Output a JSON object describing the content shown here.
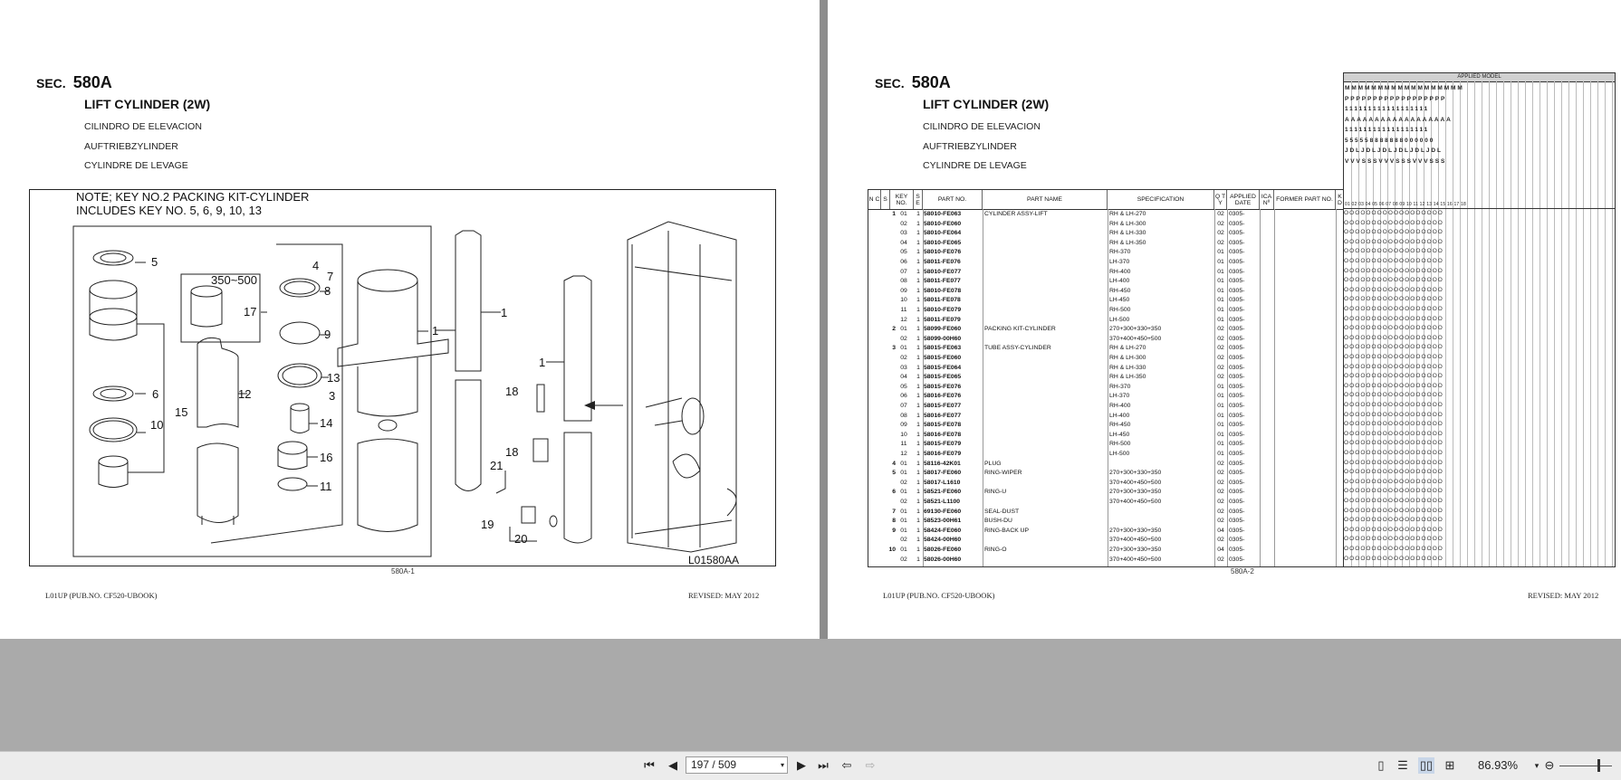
{
  "left_page": {
    "sec_label": "SEC.",
    "sec_number": "580A",
    "title": "LIFT CYLINDER (2W)",
    "subtitles": [
      "CILINDRO DE ELEVACION",
      "AUFTRIEBZYLINDER",
      "CYLINDRE DE LEVAGE"
    ],
    "note_line1": "NOTE; KEY NO.2 PACKING KIT-CYLINDER",
    "note_line2": "INCLUDES KEY NO. 5, 6, 9, 10, 13",
    "figure_code": "L01580AA",
    "page_number": "580A-1",
    "footer_left": "L01UP (PUB.NO. CF520-UBOOK)",
    "footer_right": "REVISED: MAY 2012",
    "callouts": [
      "5",
      "350~500",
      "17",
      "12",
      "6",
      "10",
      "15",
      "8",
      "9",
      "13",
      "14",
      "16",
      "11",
      "3",
      "4",
      "7",
      "1",
      "1",
      "1",
      "18",
      "18",
      "21",
      "19",
      "20"
    ]
  },
  "right_page": {
    "sec_label": "SEC.",
    "sec_number": "580A",
    "title": "LIFT CYLINDER (2W)",
    "subtitles": [
      "CILINDRO DE ELEVACION",
      "AUFTRIEBZYLINDER",
      "CYLINDRE DE LEVAGE"
    ],
    "page_number": "580A-2",
    "footer_left": "L01UP (PUB.NO. CF520-UBOOK)",
    "footer_right": "REVISED: MAY 2012",
    "applied_model_label": "APPLIED MODEL",
    "model_rows": [
      "MMMMMMMMMMMMMMMMMM",
      "PPPPPPPPPPPPPPPPPP",
      "111111111111111111",
      "AAAAAAAAAAAAAAAAAA",
      "111111111111111111",
      "555558888888000000",
      "JDLJDLJDLJDLJDLJDL",
      "VVVSSSVVVSSSVVVSSS"
    ],
    "model_numbers": "01 02 03 04 05 06 07 08 09 10 11 12 13 14 15 16 17 18",
    "headers": {
      "nc": "N C",
      "s": "S",
      "key_no": "KEY NO.",
      "s2": "S E",
      "part_no": "PART NO.",
      "part_name": "PART NAME",
      "specification": "SPECIFICATION",
      "qty": "Q T Y",
      "applied_date": "APPLIED DATE",
      "ica": "ICA Nº",
      "former_part_no": "FORMER PART NO.",
      "kd": "K D"
    },
    "rows": [
      {
        "key": "1",
        "seq": "01",
        "q2": "1",
        "part": "58010-FE063",
        "name": "CYLINDER ASSY-LIFT",
        "spec": "RH & LH-270",
        "qty": "02",
        "date": "0305-"
      },
      {
        "key": "",
        "seq": "02",
        "q2": "1",
        "part": "58010-FE060",
        "name": "",
        "spec": "RH & LH-300",
        "qty": "02",
        "date": "0305-"
      },
      {
        "key": "",
        "seq": "03",
        "q2": "1",
        "part": "58010-FE064",
        "name": "",
        "spec": "RH & LH-330",
        "qty": "02",
        "date": "0305-"
      },
      {
        "key": "",
        "seq": "04",
        "q2": "1",
        "part": "58010-FE065",
        "name": "",
        "spec": "RH & LH-350",
        "qty": "02",
        "date": "0305-"
      },
      {
        "key": "",
        "seq": "05",
        "q2": "1",
        "part": "58010-FE076",
        "name": "",
        "spec": "RH-370",
        "qty": "01",
        "date": "0305-"
      },
      {
        "key": "",
        "seq": "06",
        "q2": "1",
        "part": "58011-FE076",
        "name": "",
        "spec": "LH-370",
        "qty": "01",
        "date": "0305-"
      },
      {
        "key": "",
        "seq": "07",
        "q2": "1",
        "part": "58010-FE077",
        "name": "",
        "spec": "RH-400",
        "qty": "01",
        "date": "0305-"
      },
      {
        "key": "",
        "seq": "08",
        "q2": "1",
        "part": "58011-FE077",
        "name": "",
        "spec": "LH-400",
        "qty": "01",
        "date": "0305-"
      },
      {
        "key": "",
        "seq": "09",
        "q2": "1",
        "part": "58010-FE078",
        "name": "",
        "spec": "RH-450",
        "qty": "01",
        "date": "0305-"
      },
      {
        "key": "",
        "seq": "10",
        "q2": "1",
        "part": "58011-FE078",
        "name": "",
        "spec": "LH-450",
        "qty": "01",
        "date": "0305-"
      },
      {
        "key": "",
        "seq": "11",
        "q2": "1",
        "part": "58010-FE079",
        "name": "",
        "spec": "RH-500",
        "qty": "01",
        "date": "0305-"
      },
      {
        "key": "",
        "seq": "12",
        "q2": "1",
        "part": "58011-FE079",
        "name": "",
        "spec": "LH-500",
        "qty": "01",
        "date": "0305-"
      },
      {
        "key": "2",
        "seq": "01",
        "q2": "1",
        "part": "58099-FE060",
        "name": "PACKING KIT-CYLINDER",
        "spec": "270+300+330+350",
        "qty": "02",
        "date": "0305-"
      },
      {
        "key": "",
        "seq": "02",
        "q2": "1",
        "part": "58099-00H60",
        "name": "",
        "spec": "370+400+450+500",
        "qty": "02",
        "date": "0305-"
      },
      {
        "key": "3",
        "seq": "01",
        "q2": "1",
        "part": "58015-FE063",
        "name": "TUBE ASSY-CYLINDER",
        "spec": "RH & LH-270",
        "qty": "02",
        "date": "0305-"
      },
      {
        "key": "",
        "seq": "02",
        "q2": "1",
        "part": "58015-FE060",
        "name": "",
        "spec": "RH & LH-300",
        "qty": "02",
        "date": "0305-"
      },
      {
        "key": "",
        "seq": "03",
        "q2": "1",
        "part": "58015-FE064",
        "name": "",
        "spec": "RH & LH-330",
        "qty": "02",
        "date": "0305-"
      },
      {
        "key": "",
        "seq": "04",
        "q2": "1",
        "part": "58015-FE065",
        "name": "",
        "spec": "RH & LH-350",
        "qty": "02",
        "date": "0305-"
      },
      {
        "key": "",
        "seq": "05",
        "q2": "1",
        "part": "58015-FE076",
        "name": "",
        "spec": "RH-370",
        "qty": "01",
        "date": "0305-"
      },
      {
        "key": "",
        "seq": "06",
        "q2": "1",
        "part": "58016-FE076",
        "name": "",
        "spec": "LH-370",
        "qty": "01",
        "date": "0305-"
      },
      {
        "key": "",
        "seq": "07",
        "q2": "1",
        "part": "58015-FE077",
        "name": "",
        "spec": "RH-400",
        "qty": "01",
        "date": "0305-"
      },
      {
        "key": "",
        "seq": "08",
        "q2": "1",
        "part": "58016-FE077",
        "name": "",
        "spec": "LH-400",
        "qty": "01",
        "date": "0305-"
      },
      {
        "key": "",
        "seq": "09",
        "q2": "1",
        "part": "58015-FE078",
        "name": "",
        "spec": "RH-450",
        "qty": "01",
        "date": "0305-"
      },
      {
        "key": "",
        "seq": "10",
        "q2": "1",
        "part": "58016-FE078",
        "name": "",
        "spec": "LH-450",
        "qty": "01",
        "date": "0305-"
      },
      {
        "key": "",
        "seq": "11",
        "q2": "1",
        "part": "58015-FE079",
        "name": "",
        "spec": "RH-500",
        "qty": "01",
        "date": "0305-"
      },
      {
        "key": "",
        "seq": "12",
        "q2": "1",
        "part": "58016-FE079",
        "name": "",
        "spec": "LH-500",
        "qty": "01",
        "date": "0305-"
      },
      {
        "key": "4",
        "seq": "01",
        "q2": "1",
        "part": "58116-42K01",
        "name": "PLUG",
        "spec": "",
        "qty": "02",
        "date": "0305-"
      },
      {
        "key": "5",
        "seq": "01",
        "q2": "1",
        "part": "58017-FE060",
        "name": "RING-WIPER",
        "spec": "270+300+330+350",
        "qty": "02",
        "date": "0305-"
      },
      {
        "key": "",
        "seq": "02",
        "q2": "1",
        "part": "58017-L1610",
        "name": "",
        "spec": "370+400+450+500",
        "qty": "02",
        "date": "0305-"
      },
      {
        "key": "6",
        "seq": "01",
        "q2": "1",
        "part": "58521-FE060",
        "name": "RING-U",
        "spec": "270+300+330+350",
        "qty": "02",
        "date": "0305-"
      },
      {
        "key": "",
        "seq": "02",
        "q2": "1",
        "part": "58521-L1100",
        "name": "",
        "spec": "370+400+450+500",
        "qty": "02",
        "date": "0305-"
      },
      {
        "key": "7",
        "seq": "01",
        "q2": "1",
        "part": "69130-FE060",
        "name": "SEAL-DUST",
        "spec": "",
        "qty": "02",
        "date": "0305-"
      },
      {
        "key": "8",
        "seq": "01",
        "q2": "1",
        "part": "58523-00H61",
        "name": "BUSH-DU",
        "spec": "",
        "qty": "02",
        "date": "0305-"
      },
      {
        "key": "9",
        "seq": "01",
        "q2": "1",
        "part": "58424-FE060",
        "name": "RING-BACK UP",
        "spec": "270+300+330+350",
        "qty": "04",
        "date": "0305-"
      },
      {
        "key": "",
        "seq": "02",
        "q2": "1",
        "part": "58424-00H60",
        "name": "",
        "spec": "370+400+450+500",
        "qty": "02",
        "date": "0305-"
      },
      {
        "key": "10",
        "seq": "01",
        "q2": "1",
        "part": "58026-FE060",
        "name": "RING-O",
        "spec": "270+300+330+350",
        "qty": "04",
        "date": "0305-"
      },
      {
        "key": "",
        "seq": "02",
        "q2": "1",
        "part": "58026-00H60",
        "name": "",
        "spec": "370+400+450+500",
        "qty": "02",
        "date": "0305-"
      }
    ]
  },
  "toolbar": {
    "page_indicator": "197 / 509",
    "zoom": "86.93%"
  }
}
